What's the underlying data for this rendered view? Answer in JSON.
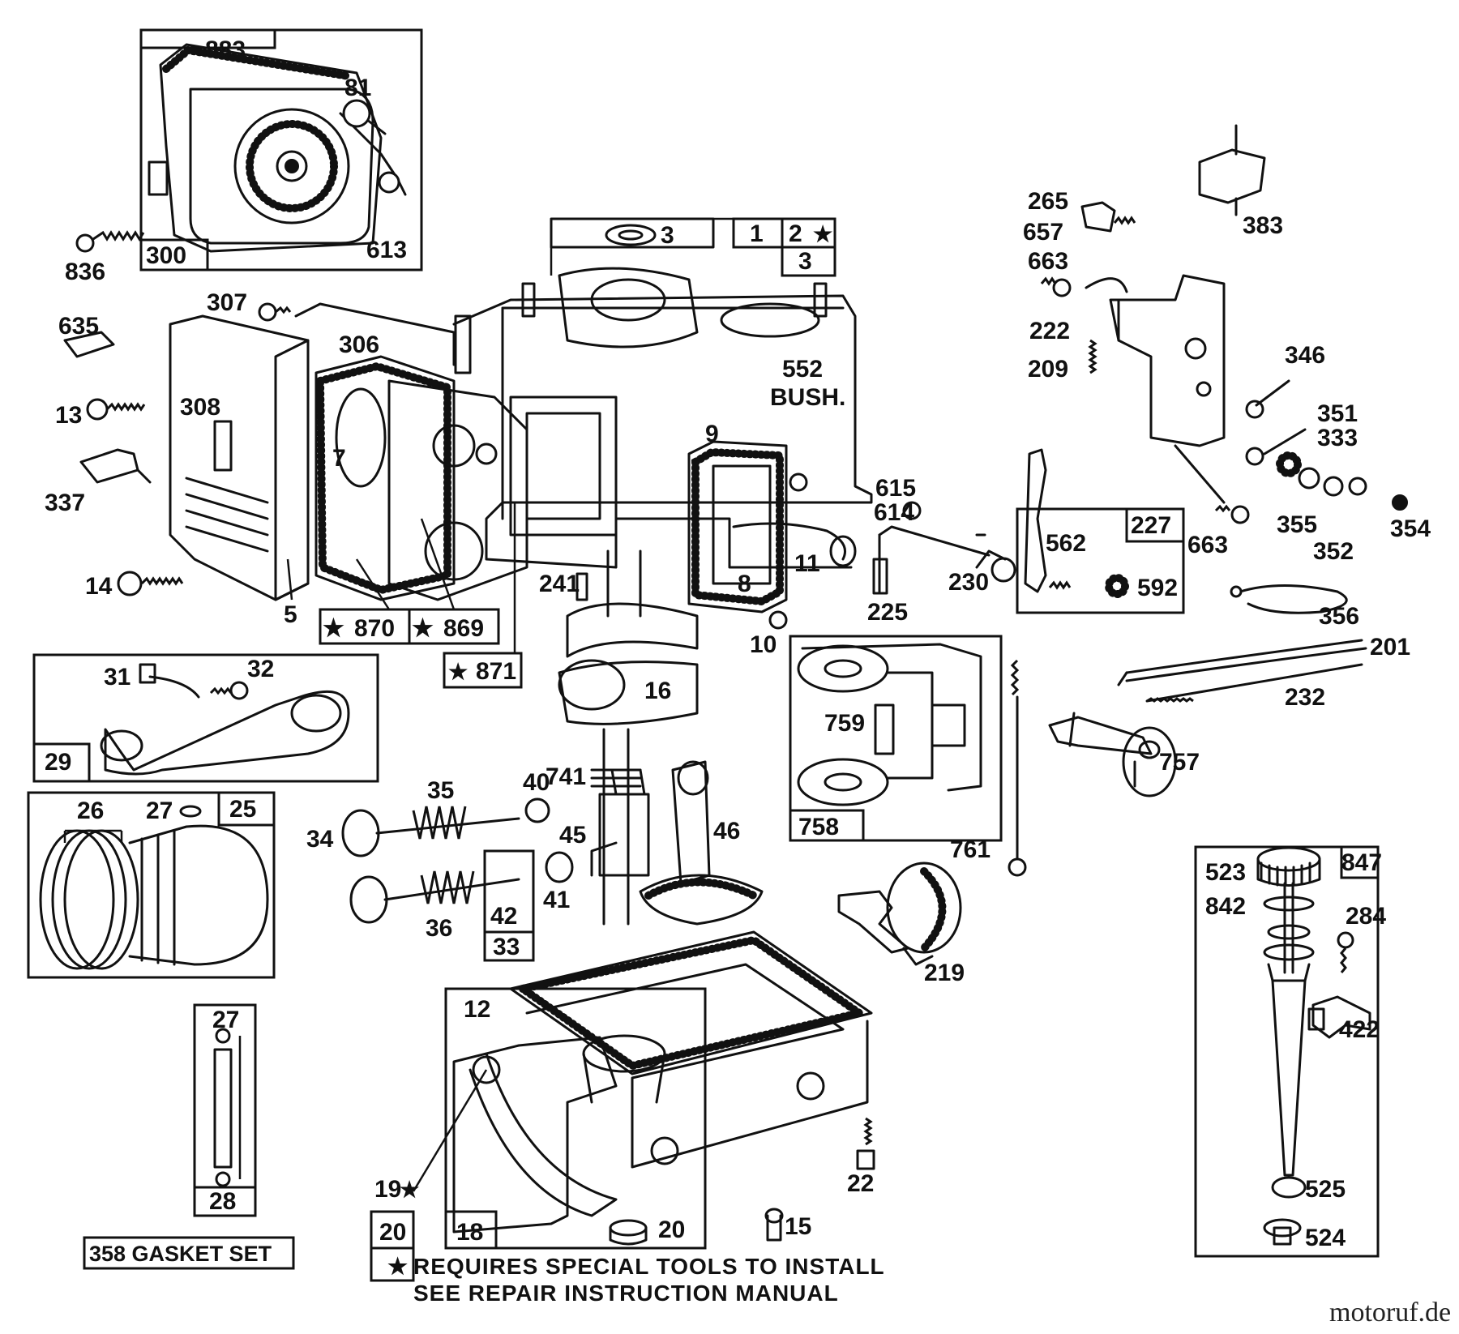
{
  "diagram": {
    "part_labels": {
      "p883": "883",
      "p81": "81",
      "p613": "613",
      "p300": "300",
      "p836": "836",
      "p3a": "3",
      "p1": "1",
      "p2": "2",
      "p3b": "3",
      "p307": "307",
      "p306": "306",
      "p635": "635",
      "p308": "308",
      "p13": "13",
      "p337": "337",
      "p7": "7",
      "p14": "14",
      "p5": "5",
      "p870": "870",
      "p869": "869",
      "p871": "871",
      "p552": "552",
      "bush": "BUSH.",
      "p9": "9",
      "p241": "241",
      "p11": "11",
      "p8": "8",
      "p10": "10",
      "p16": "16",
      "p31": "31",
      "p32": "32",
      "p29": "29",
      "p26": "26",
      "p27a": "27",
      "p25": "25",
      "p741": "741",
      "p35": "35",
      "p40": "40",
      "p34": "34",
      "p45": "45",
      "p46": "46",
      "p41": "41",
      "p36": "36",
      "p42": "42",
      "p33": "33",
      "p265": "265",
      "p657": "657",
      "p663a": "663",
      "p383": "383",
      "p222": "222",
      "p209": "209",
      "p346": "346",
      "p351": "351",
      "p333": "333",
      "p615": "615",
      "p614": "614",
      "p227": "227",
      "p562": "562",
      "p230": "230",
      "p592": "592",
      "p225": "225",
      "p663b": "663",
      "p355": "355",
      "p352": "352",
      "p354": "354",
      "p356": "356",
      "p201": "201",
      "p232": "232",
      "p757": "757",
      "p759": "759",
      "p758": "758",
      "p761": "761",
      "p219": "219",
      "p523": "523",
      "p847": "847",
      "p842": "842",
      "p284": "284",
      "p422": "422",
      "p525": "525",
      "p524": "524",
      "p27b": "27",
      "p28": "28",
      "p12": "12",
      "p19": "19",
      "p20a": "20",
      "p18": "18",
      "p20b": "20",
      "p22": "22",
      "p15": "15"
    },
    "gasket_set_label": "358 GASKET SET",
    "special_tools_note": [
      "REQUIRES SPECIAL TOOLS TO INSTALL",
      "SEE REPAIR INSTRUCTION MANUAL"
    ],
    "star_symbol": "★",
    "watermark": "motoruf.de"
  }
}
